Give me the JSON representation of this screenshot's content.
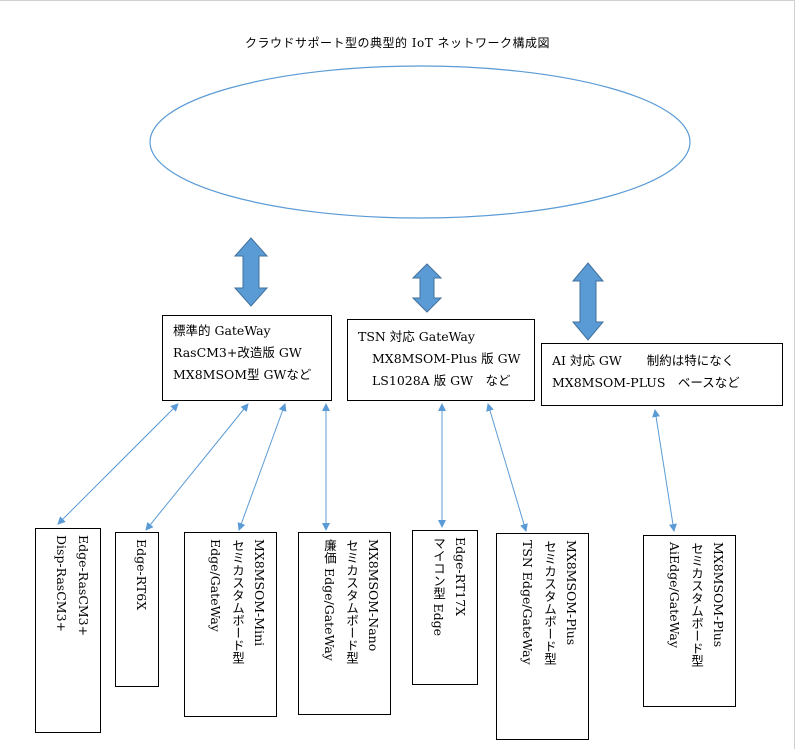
{
  "diagram": {
    "title": "クラウドサポート型の典型的 IoT ネットワーク構成図",
    "gateways": [
      {
        "id": "gw1",
        "lines": [
          "標準的 GateWay",
          "RasCM3+改造版 GW",
          "MX8MSOM型 GWなど"
        ]
      },
      {
        "id": "gw2",
        "lines": [
          "TSN 対応 GateWay",
          "MX8MSOM-Plus 版 GW",
          "LS1028A 版 GW　など"
        ]
      },
      {
        "id": "gw3",
        "lines": [
          "AI  対応  GW　　制約は特になく",
          "MX8MSOM-PLUS　ベースなど"
        ]
      }
    ],
    "edges": [
      {
        "id": "edge1",
        "lines": [
          "Edge-RasCM3+",
          "Disp-RasCM3+"
        ]
      },
      {
        "id": "edge2",
        "lines": [
          "Edge-RT6X"
        ]
      },
      {
        "id": "edge3",
        "lines": [
          "MX8MSOM-Mini",
          "セミカスタムボード型",
          "Edge/GateWay"
        ]
      },
      {
        "id": "edge4",
        "lines": [
          "MX8MSOM-Nano",
          "セミカスタムボード型",
          "廉価 Edge/GateWay"
        ]
      },
      {
        "id": "edge5",
        "lines": [
          "Edge-RT17X",
          "マイコン型 Edge"
        ]
      },
      {
        "id": "edge6",
        "lines": [
          "MX8MSOM-Plus",
          "セミカスタムボード型",
          "TSN Edge/GateWay"
        ]
      },
      {
        "id": "edge7",
        "lines": [
          "MX8MSOM-Plus",
          "セミカスタムボード型",
          "AiEdge/GateWay"
        ]
      }
    ],
    "colors": {
      "cloud_stroke": "#5b9bd5",
      "block_arrow_fill": "#5b9bd5",
      "block_arrow_stroke": "#41719c",
      "link_line": "#5b9bd5"
    }
  }
}
